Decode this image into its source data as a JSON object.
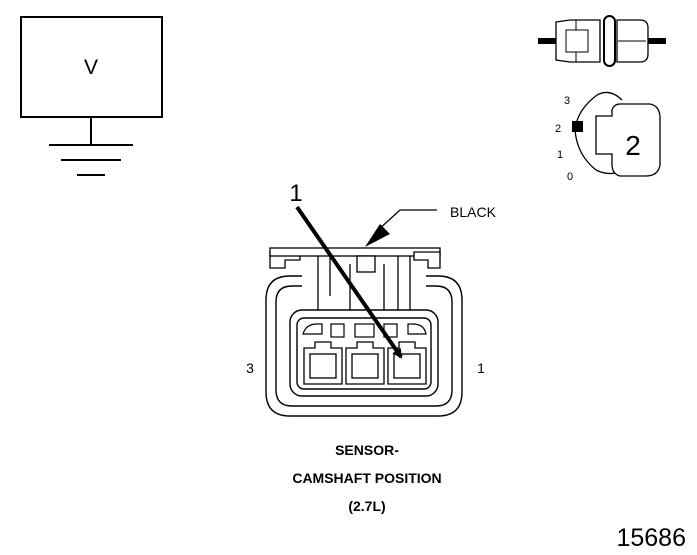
{
  "meter": {
    "label": "V"
  },
  "key": {
    "positions": [
      "3",
      "2",
      "1",
      "0"
    ],
    "step": "2"
  },
  "connector": {
    "callout_number": "1",
    "color_label": "BLACK",
    "pin_left": "3",
    "pin_right": "1"
  },
  "caption": {
    "line1": "SENSOR-",
    "line2": "CAMSHAFT POSITION",
    "line3": "(2.7L)"
  },
  "figure_number": "15686"
}
